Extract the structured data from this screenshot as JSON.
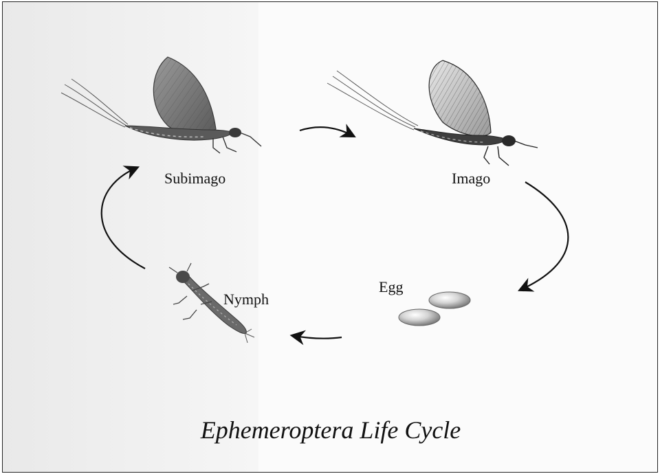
{
  "diagram": {
    "title": "Ephemeroptera Life Cycle",
    "stages": {
      "subimago": "Subimago",
      "imago": "Imago",
      "egg": "Egg",
      "nymph": "Nymph"
    },
    "colors": {
      "line": "#111111",
      "wing": "#7a7a7a",
      "body": "#4a4a4a",
      "egg": "#b8b8b8"
    }
  }
}
